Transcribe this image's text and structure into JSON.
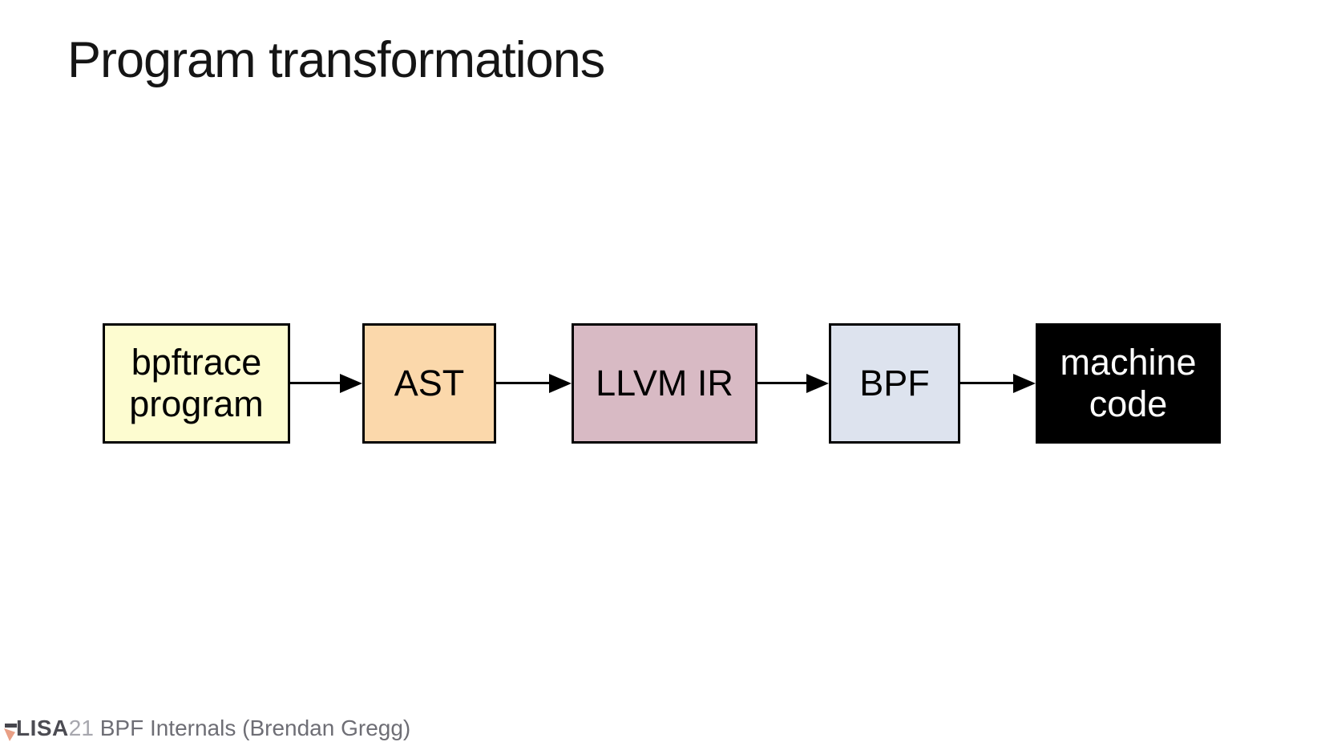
{
  "slide": {
    "title": "Program transformations",
    "background": "#ffffff",
    "diagram": {
      "type": "flow-left-to-right",
      "border_color": "#000000",
      "arrow_color": "#000000",
      "nodes": [
        {
          "id": "bpftrace-program",
          "label": "bpftrace program",
          "fill": "#fdfcd0",
          "text_color": "#000000"
        },
        {
          "id": "ast",
          "label": "AST",
          "fill": "#fbd8ab",
          "text_color": "#000000"
        },
        {
          "id": "llvm-ir",
          "label": "LLVM IR",
          "fill": "#d8bac4",
          "text_color": "#000000"
        },
        {
          "id": "bpf",
          "label": "BPF",
          "fill": "#dde3ee",
          "text_color": "#000000"
        },
        {
          "id": "machine-code",
          "label": "machine code",
          "fill": "#000000",
          "text_color": "#ffffff"
        }
      ],
      "edges": [
        {
          "from": "bpftrace-program",
          "to": "ast"
        },
        {
          "from": "ast",
          "to": "llvm-ir"
        },
        {
          "from": "llvm-ir",
          "to": "bpf"
        },
        {
          "from": "bpf",
          "to": "machine-code"
        }
      ]
    },
    "footer": {
      "logo": "LISA",
      "logo_year": "21",
      "caption": " BPF Internals (Brendan Gregg)",
      "colors": {
        "logo": "#4c4c53",
        "year": "#a7a7ae",
        "caption": "#6e6e75",
        "flag": "#e9a086",
        "tick": "#46464d"
      }
    }
  }
}
